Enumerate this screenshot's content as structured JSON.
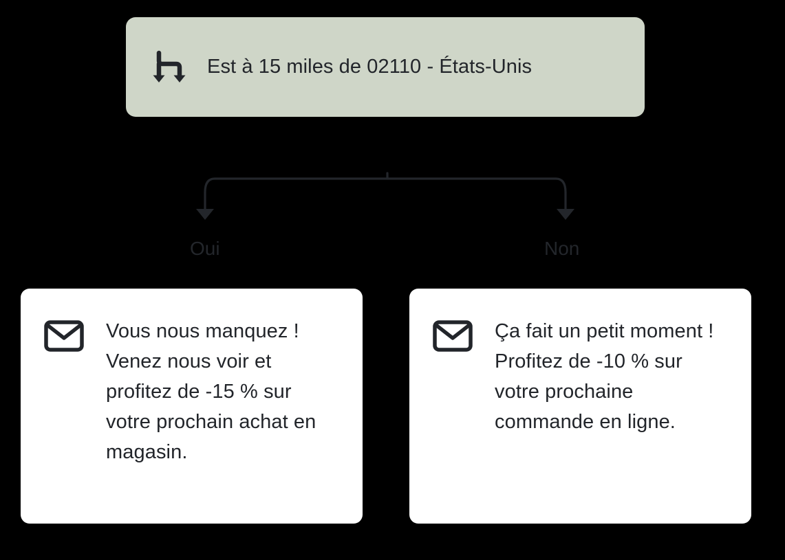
{
  "canvas": {
    "background_color": "#000000",
    "node_fill_color": "#cfd6c8",
    "card_fill_color": "#ffffff",
    "text_color": "#22252a",
    "stroke_color": "#23262b"
  },
  "condition_node": {
    "icon": "split-branch-icon",
    "label": "Est à 15 miles de 02110 - États-Unis"
  },
  "branches": [
    {
      "key": "yes",
      "label": "Oui"
    },
    {
      "key": "no",
      "label": "Non"
    }
  ],
  "cards": [
    {
      "branch": "yes",
      "icon": "envelope-icon",
      "text": "Vous nous manquez ! Venez nous voir et profitez de -15 % sur votre prochain achat en magasin."
    },
    {
      "branch": "no",
      "icon": "envelope-icon",
      "text": "Ça fait un petit moment ! Profitez de -10 % sur votre prochaine commande en ligne."
    }
  ]
}
